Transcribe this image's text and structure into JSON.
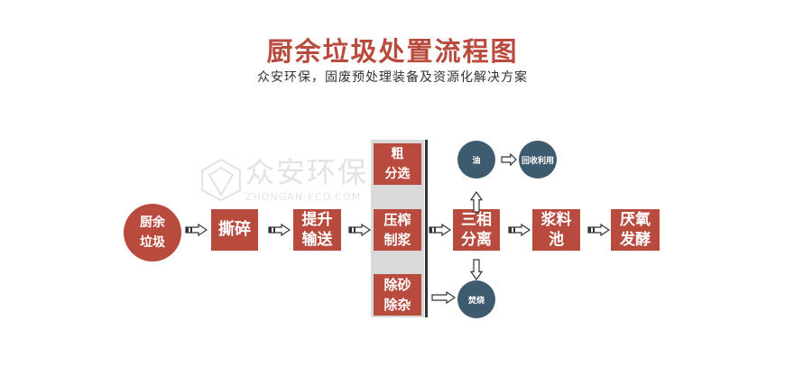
{
  "title": "厨余垃圾处置流程图",
  "subtitle": "众安环保，固废预处理装备及资源化解决方案",
  "watermark": {
    "cn": "众安环保",
    "en": "ZHONGAN-ECO.COM"
  },
  "colors": {
    "process": "#b84a3e",
    "output": "#3d5a6e",
    "panel": "#d9d9d9"
  },
  "nodes": {
    "input": "厨余\n垃圾",
    "shred": "撕碎",
    "lift": "提升\n输送",
    "coarse": "粗\n分选",
    "press": "压榨\n制浆",
    "desand": "除砂\n除杂",
    "separate": "三相\n分离",
    "slurry": "浆料\n池",
    "anaerobic": "厌氧\n发酵",
    "oil": "油",
    "recycle": "回收利用",
    "burn": "焚烧"
  }
}
